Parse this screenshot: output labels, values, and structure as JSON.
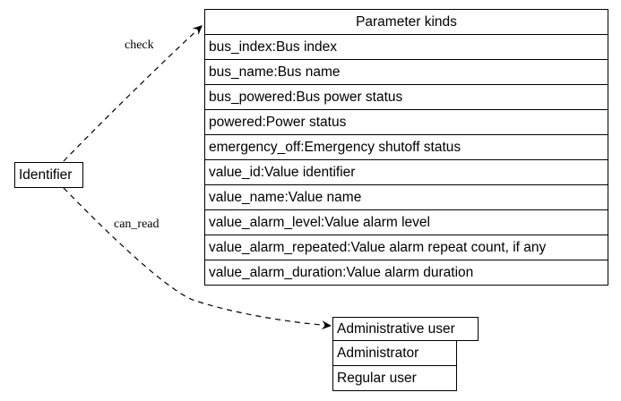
{
  "identifier": {
    "label": "Identifier"
  },
  "parameter_kinds": {
    "title": "Parameter kinds",
    "rows": [
      "bus_index:Bus index",
      "bus_name:Bus name",
      "bus_powered:Bus power status",
      "powered:Power status",
      "emergency_off:Emergency shutoff status",
      "value_id:Value identifier",
      "value_name:Value name",
      "value_alarm_level:Value alarm level",
      "value_alarm_repeated:Value alarm repeat count, if any",
      "value_alarm_duration:Value alarm duration"
    ]
  },
  "users": {
    "title": "Administrative user",
    "rows": [
      "Administrator",
      "Regular user"
    ]
  },
  "edges": {
    "check": "check",
    "can_read": "can_read"
  }
}
